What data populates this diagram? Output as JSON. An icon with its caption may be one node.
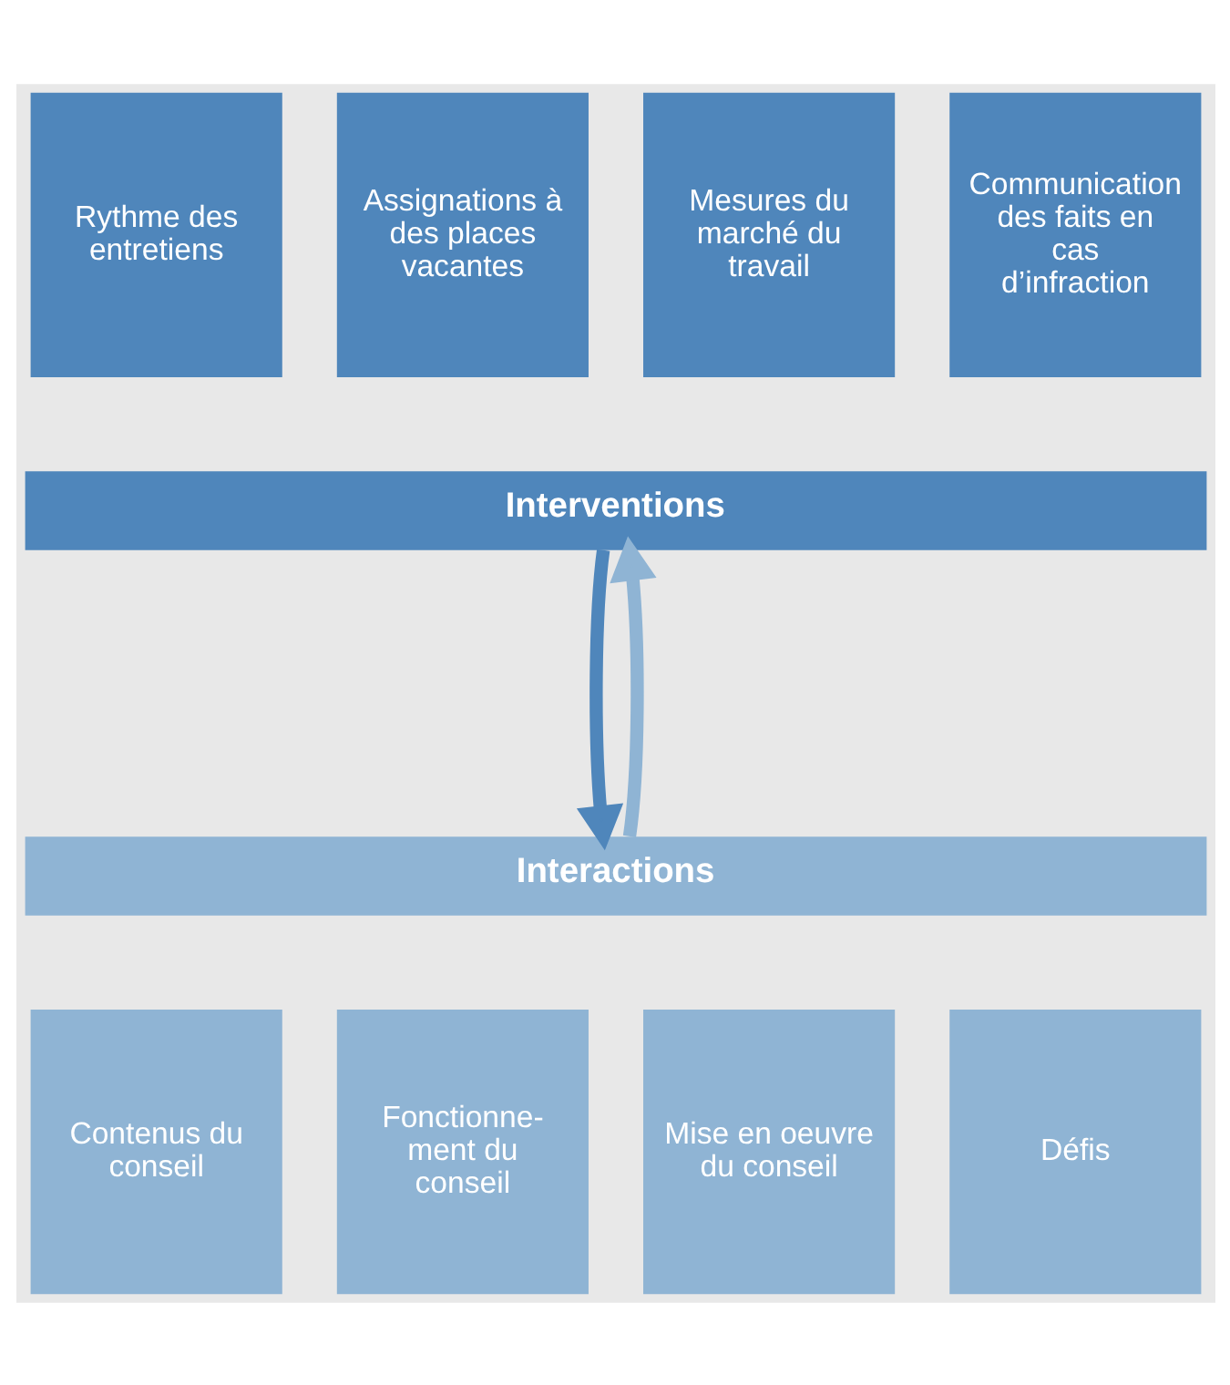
{
  "diagram": {
    "nodes": [
      {
        "text": [
          "Rythme des entretiens"
        ]
      },
      {
        "text": [
          "Assignations à des places vacantes"
        ]
      },
      {
        "text": [
          "Mesures du marché du travail"
        ]
      },
      {
        "text": [
          "Communication des faits en cas d’infraction"
        ]
      },
      {
        "text": [
          "Interventions"
        ]
      },
      {
        "text": [
          "Interactions"
        ]
      },
      {
        "text": [
          "Contenus du conseil"
        ]
      },
      {
        "text": [
          "Fonctionne- ment du conseil"
        ]
      },
      {
        "text": [
          "Mise en oeuvre du conseil"
        ]
      },
      {
        "text": [
          "Défis"
        ]
      }
    ],
    "edges": [
      {
        "from": 5,
        "to": 4,
        "arrow": "to",
        "color": "#8fb4d4"
      },
      {
        "from": 4,
        "to": 5,
        "arrow": "to",
        "color": "#4f86bb"
      }
    ]
  }
}
